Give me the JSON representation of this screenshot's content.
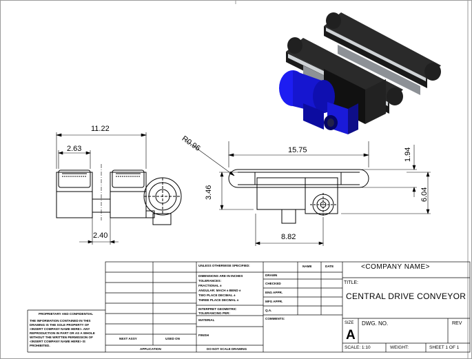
{
  "dimensions": {
    "overall_width": "11.22",
    "belt_width": "2.63",
    "motor_offset": "2.40",
    "radius": "R0.96",
    "length": "15.75",
    "height_top": "1.94",
    "height_left": "3.46",
    "height_right": "6.04",
    "center_span": "8.82"
  },
  "title_block": {
    "company_name": "<COMPANY NAME>",
    "title_label": "TITLE:",
    "drawing_title": "CENTRAL DRIVE CONVEYOR",
    "size_label": "SIZE",
    "size_value": "A",
    "dwg_no_label": "DWG.  NO.",
    "rev_label": "REV",
    "scale_text": "SCALE: 1:10",
    "weight_text": "WEIGHT:",
    "sheet_text": "SHEET 1 OF 1",
    "unless_text": "UNLESS OTHERWISE SPECIFIED:",
    "dims_lines": [
      "DIMENSIONS ARE IN INCHES",
      "TOLERANCES:",
      "FRACTIONAL ±",
      "ANGULAR: MACH ±    BEND ±",
      "TWO PLACE DECIMAL    ±",
      "THREE PLACE DECIMAL  ±"
    ],
    "interpret_lines": [
      "INTERPRET GEOMETRIC",
      "TOLERANCING PER:"
    ],
    "material_label": "MATERIAL",
    "finish_label": "FINISH",
    "name_header": "NAME",
    "date_header": "DATE",
    "row_labels": [
      "DRAWN",
      "CHECKED",
      "ENG APPR.",
      "MFG APPR.",
      "Q.A.",
      "COMMENTS:"
    ],
    "next_assy": "NEXT ASSY",
    "used_on": "USED ON",
    "application": "APPLICATION",
    "do_not_scale": "DO NOT SCALE DRAWING",
    "proprietary_title": "PROPRIETARY AND CONFIDENTIAL",
    "proprietary_lines": [
      "THE INFORMATION CONTAINED IN THIS",
      "DRAWING IS THE SOLE PROPERTY OF",
      "<INSERT COMPANY NAME HERE>.  ANY",
      "REPRODUCTION IN PART OR AS A WHOLE",
      "WITHOUT THE WRITTEN PERMISSION OF",
      "<INSERT COMPANY NAME HERE> IS",
      "PROHIBITED."
    ]
  }
}
